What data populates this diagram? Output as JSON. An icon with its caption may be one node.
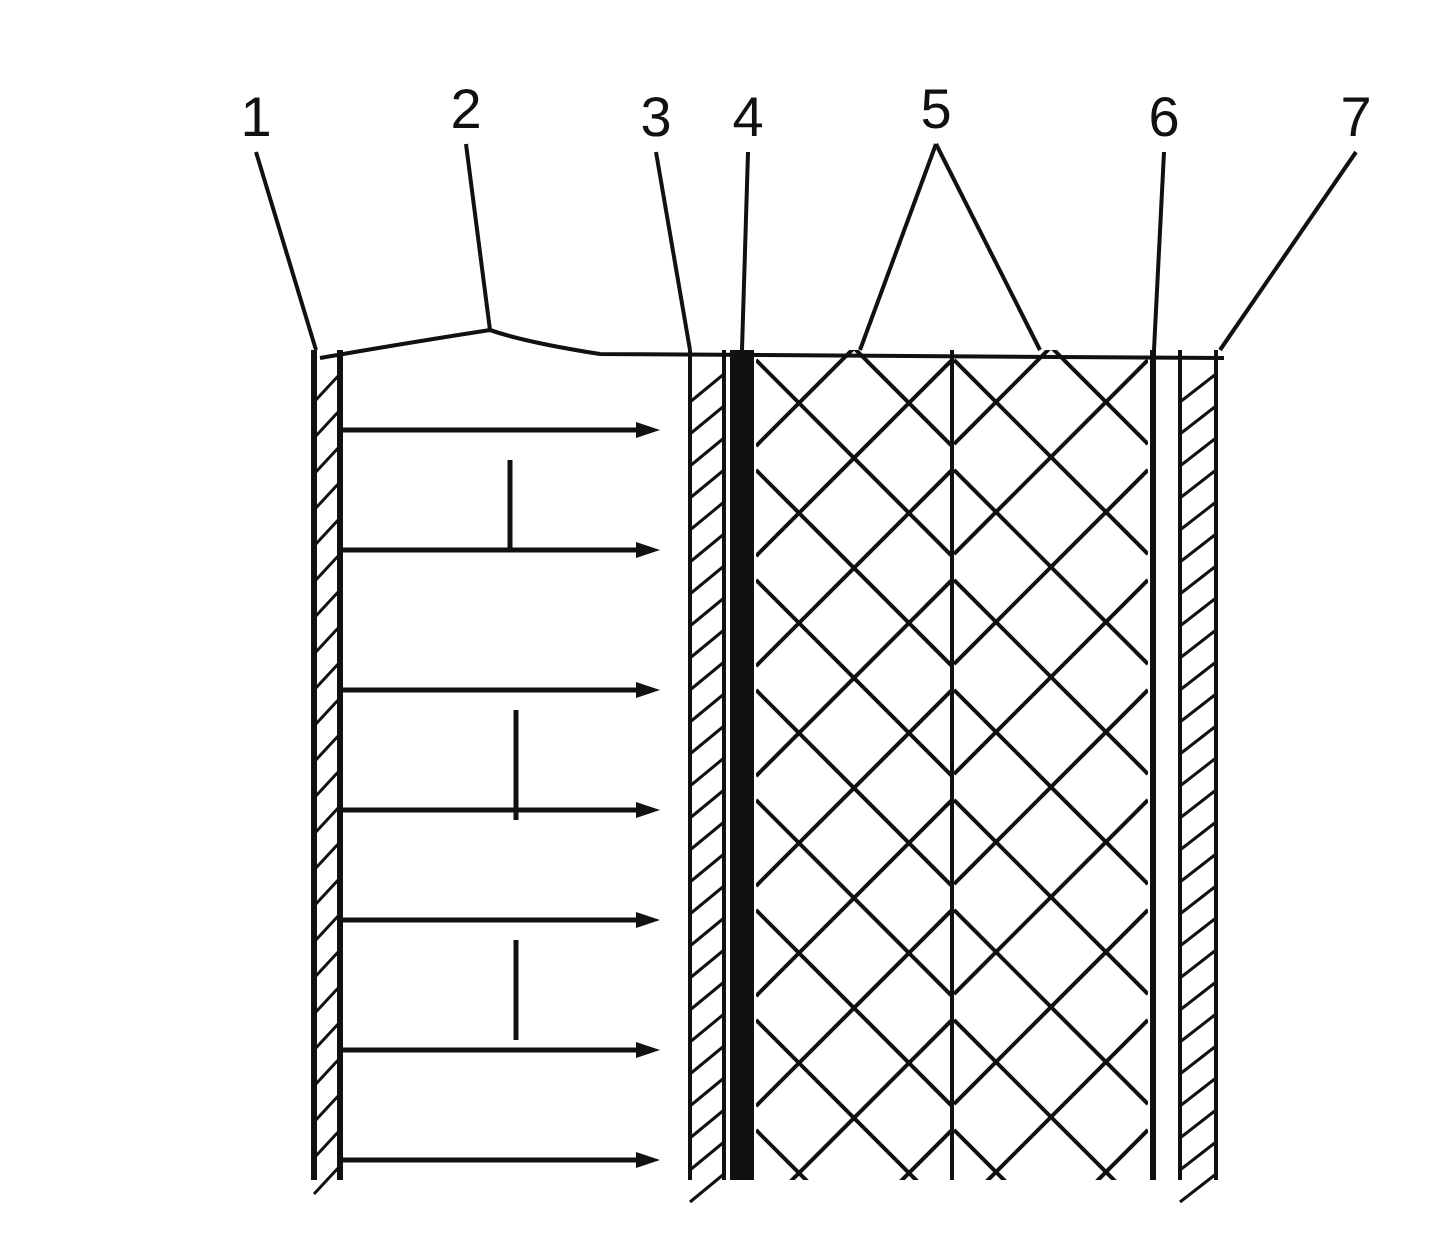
{
  "diagram": {
    "nodes": [
      {
        "text": [
          "1"
        ]
      },
      {
        "text": [
          "2"
        ]
      },
      {
        "text": [
          "3"
        ]
      },
      {
        "text": [
          "4"
        ]
      },
      {
        "text": [
          "5"
        ]
      },
      {
        "text": [
          "6"
        ]
      },
      {
        "text": [
          "7"
        ]
      },
      {
        "text": [],
        "shape": "box"
      },
      {
        "text": [],
        "shape": "line"
      },
      {
        "text": [],
        "shape": "box"
      },
      {
        "text": [],
        "shape": "bar"
      },
      {
        "text": [],
        "shape": "box"
      },
      {
        "text": [],
        "shape": "box"
      },
      {
        "text": [],
        "shape": "bar"
      },
      {
        "text": [],
        "shape": "box"
      }
    ],
    "edges": [
      {
        "from": 0,
        "to": 7,
        "arrow": "none"
      },
      {
        "from": 1,
        "to": 8,
        "arrow": "none"
      },
      {
        "from": 2,
        "to": 9,
        "arrow": "none"
      },
      {
        "from": 3,
        "to": 10,
        "arrow": "none"
      },
      {
        "from": 4,
        "to": 11,
        "arrow": "none"
      },
      {
        "from": 4,
        "to": 12,
        "arrow": "none"
      },
      {
        "from": 5,
        "to": 13,
        "arrow": "none"
      },
      {
        "from": 6,
        "to": 14,
        "arrow": "none"
      }
    ]
  }
}
